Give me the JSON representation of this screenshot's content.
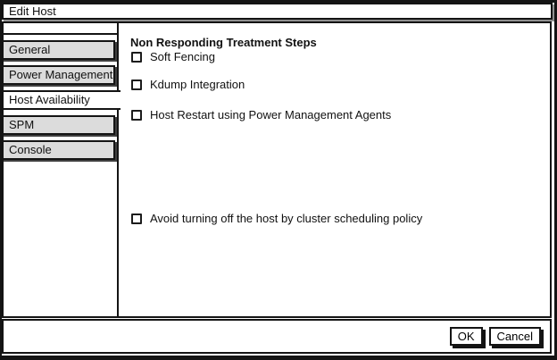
{
  "window": {
    "title": "Edit Host"
  },
  "sidebar": {
    "tabs": [
      {
        "label": "General",
        "selected": false
      },
      {
        "label": "Power Management",
        "selected": false
      },
      {
        "label": "Host Availability",
        "selected": true
      },
      {
        "label": "SPM",
        "selected": false
      },
      {
        "label": "Console",
        "selected": false
      }
    ]
  },
  "content": {
    "heading": "Non Responding Treatment Steps",
    "checkboxes": [
      {
        "label": "Soft Fencing",
        "checked": false
      },
      {
        "label": "Kdump Integration",
        "checked": false
      },
      {
        "label": "Host Restart using Power Management Agents",
        "checked": false
      },
      {
        "label": "Avoid turning off the host by cluster scheduling policy",
        "checked": false
      }
    ]
  },
  "footer": {
    "ok_label": "OK",
    "cancel_label": "Cancel"
  },
  "colors": {
    "border": "#141414",
    "tab_bg": "#dcdcdc",
    "selected_tab_bg": "#ffffff",
    "titlebar_shadow": "#8f8f8f"
  }
}
